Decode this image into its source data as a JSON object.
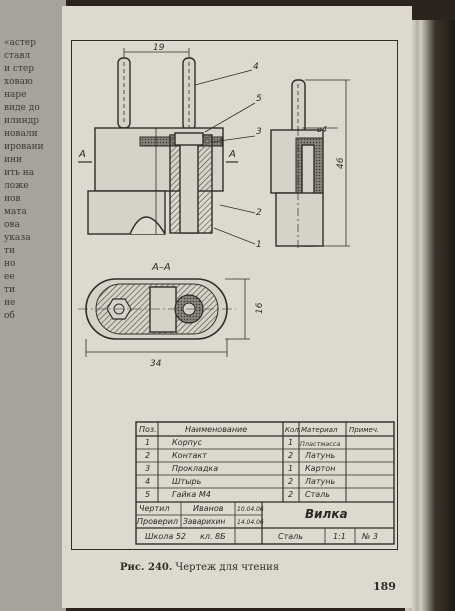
{
  "left_page_fragments": [
    "«астер",
    "ставл",
    "и стер",
    "ховаю",
    "наре",
    "виде до",
    "илиндр",
    "новали",
    "ировани",
    "ини",
    "ить на",
    "ложе",
    "иов",
    "мата",
    "ова",
    "указа",
    "ти",
    "но",
    "ее",
    "ти",
    "ие",
    "об"
  ],
  "drawing": {
    "dims": {
      "width_top": "19",
      "thread": "ø4",
      "height": "46",
      "section_height": "16",
      "section_width": "34"
    },
    "leaders": [
      "4",
      "5",
      "3",
      "2",
      "1"
    ],
    "section_marks": {
      "left": "A",
      "right": "A"
    },
    "section_title": "A–A"
  },
  "spec_table": {
    "headers": {
      "pos": "Поз.",
      "name": "Наименование",
      "qty": "Кол.",
      "material": "Материал",
      "note": "Примеч."
    },
    "rows": [
      {
        "pos": "1",
        "name": "Корпус",
        "qty": "1",
        "material": "Пластмасса"
      },
      {
        "pos": "2",
        "name": "Контакт",
        "qty": "2",
        "material": "Латунь"
      },
      {
        "pos": "3",
        "name": "Прокладка",
        "qty": "1",
        "material": "Картон"
      },
      {
        "pos": "4",
        "name": "Штырь",
        "qty": "2",
        "material": "Латунь"
      },
      {
        "pos": "5",
        "name": "Гайка  М4",
        "qty": "2",
        "material": "Сталь"
      }
    ]
  },
  "title_block": {
    "drew_label": "Чертил",
    "drew_name": "Иванов",
    "drew_date": "10.04.06",
    "checked_label": "Проверил",
    "checked_name": "Заварихин",
    "checked_date": "14.04.06",
    "title": "Вилка",
    "school": "Школа 52",
    "class": "кл. 8Б",
    "material": "Сталь",
    "scale": "1:1",
    "number": "№ 3"
  },
  "caption": {
    "label": "Рис. 240.",
    "text": "Чертеж для чтения"
  },
  "page_number": "189"
}
